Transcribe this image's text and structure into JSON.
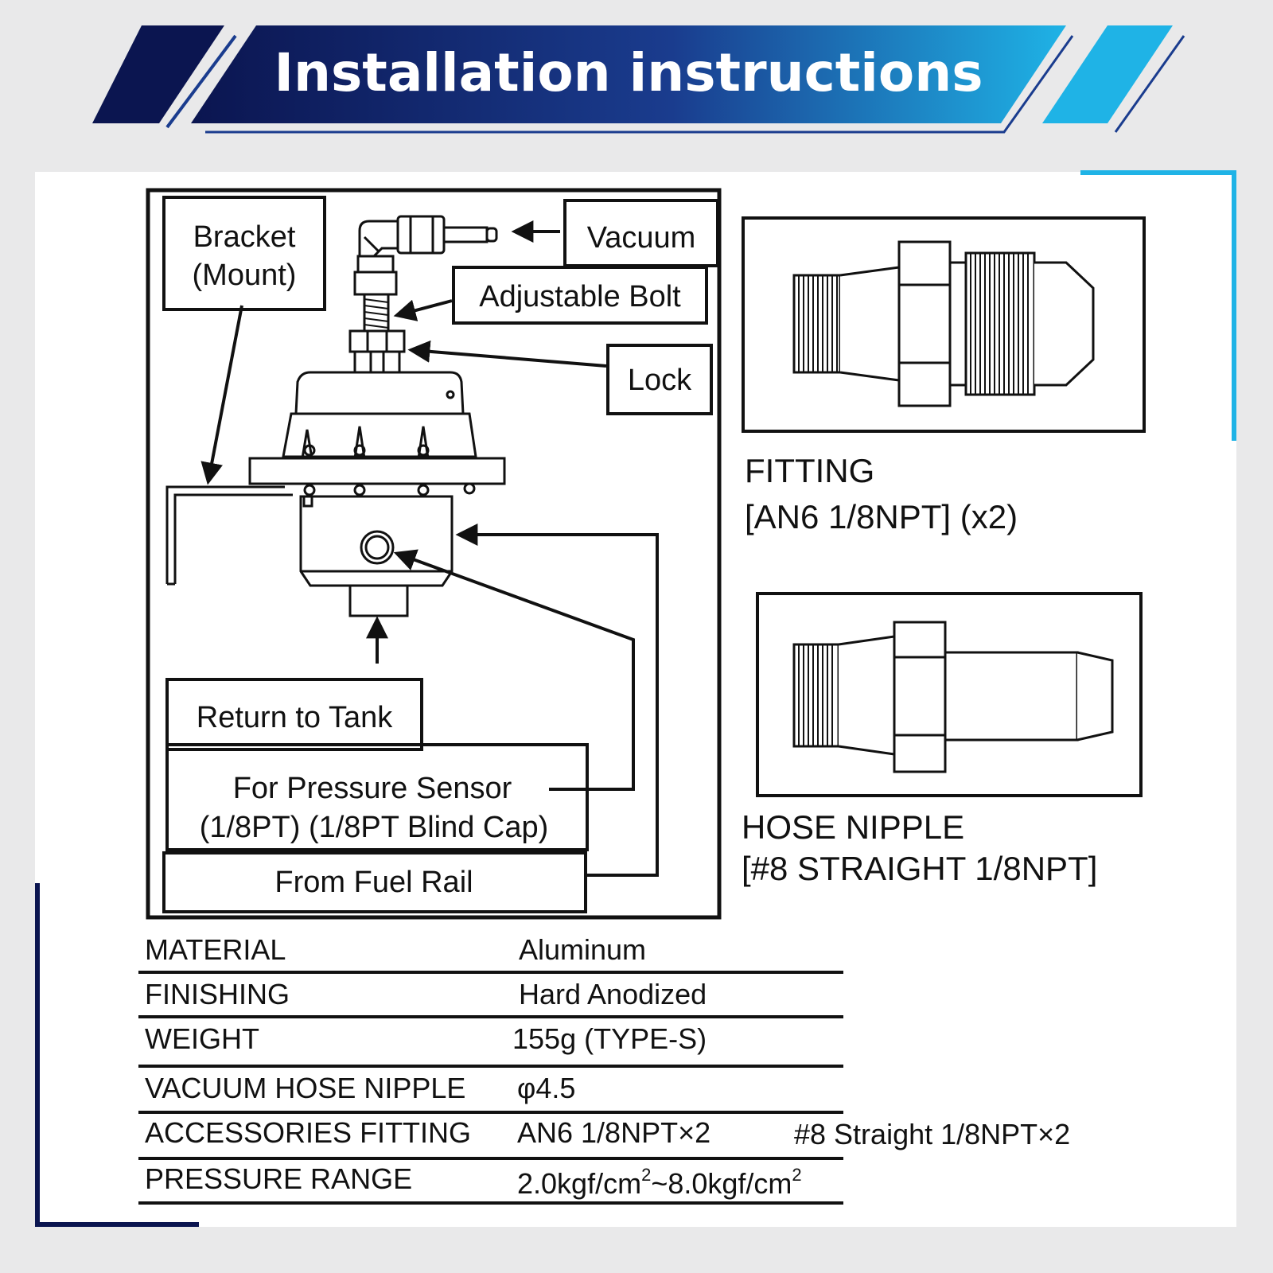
{
  "header": {
    "title": "Installation instructions",
    "colors": {
      "dark": "#0b1550",
      "mid": "#1a3c8e",
      "light": "#1fb3e6"
    }
  },
  "diagram": {
    "labels": {
      "bracket_line1": "Bracket",
      "bracket_line2": "(Mount)",
      "vacuum": "Vacuum",
      "adjustable_bolt": "Adjustable Bolt",
      "lock": "Lock",
      "return_to_tank": "Return to Tank",
      "pressure_sensor_line1": "For Pressure Sensor",
      "pressure_sensor_line2": "(1/8PT) (1/8PT Blind Cap)",
      "from_fuel_rail": "From Fuel Rail"
    }
  },
  "fitting": {
    "caption_line1": "FITTING",
    "caption_line2": "[AN6 1/8NPT]  (x2)"
  },
  "hose_nipple": {
    "caption_line1": "HOSE NIPPLE",
    "caption_line2": "[#8 STRAIGHT 1/8NPT]"
  },
  "specs": [
    {
      "label": "MATERIAL",
      "value": "Aluminum"
    },
    {
      "label": "FINISHING",
      "value": "Hard Anodized"
    },
    {
      "label": "WEIGHT",
      "value": "155g (TYPE-S)"
    },
    {
      "label": "VACUUM HOSE NIPPLE",
      "value": "φ4.5"
    },
    {
      "label": "ACCESSORIES FITTING",
      "value": "AN6 1/8NPT×2",
      "extra": "#8 Straight 1/8NPT×2"
    },
    {
      "label": "PRESSURE RANGE",
      "value_a": "2.0kgf/cm",
      "sup_a": "2",
      "value_b": "~8.0kgf/cm",
      "sup_b": "2"
    }
  ]
}
